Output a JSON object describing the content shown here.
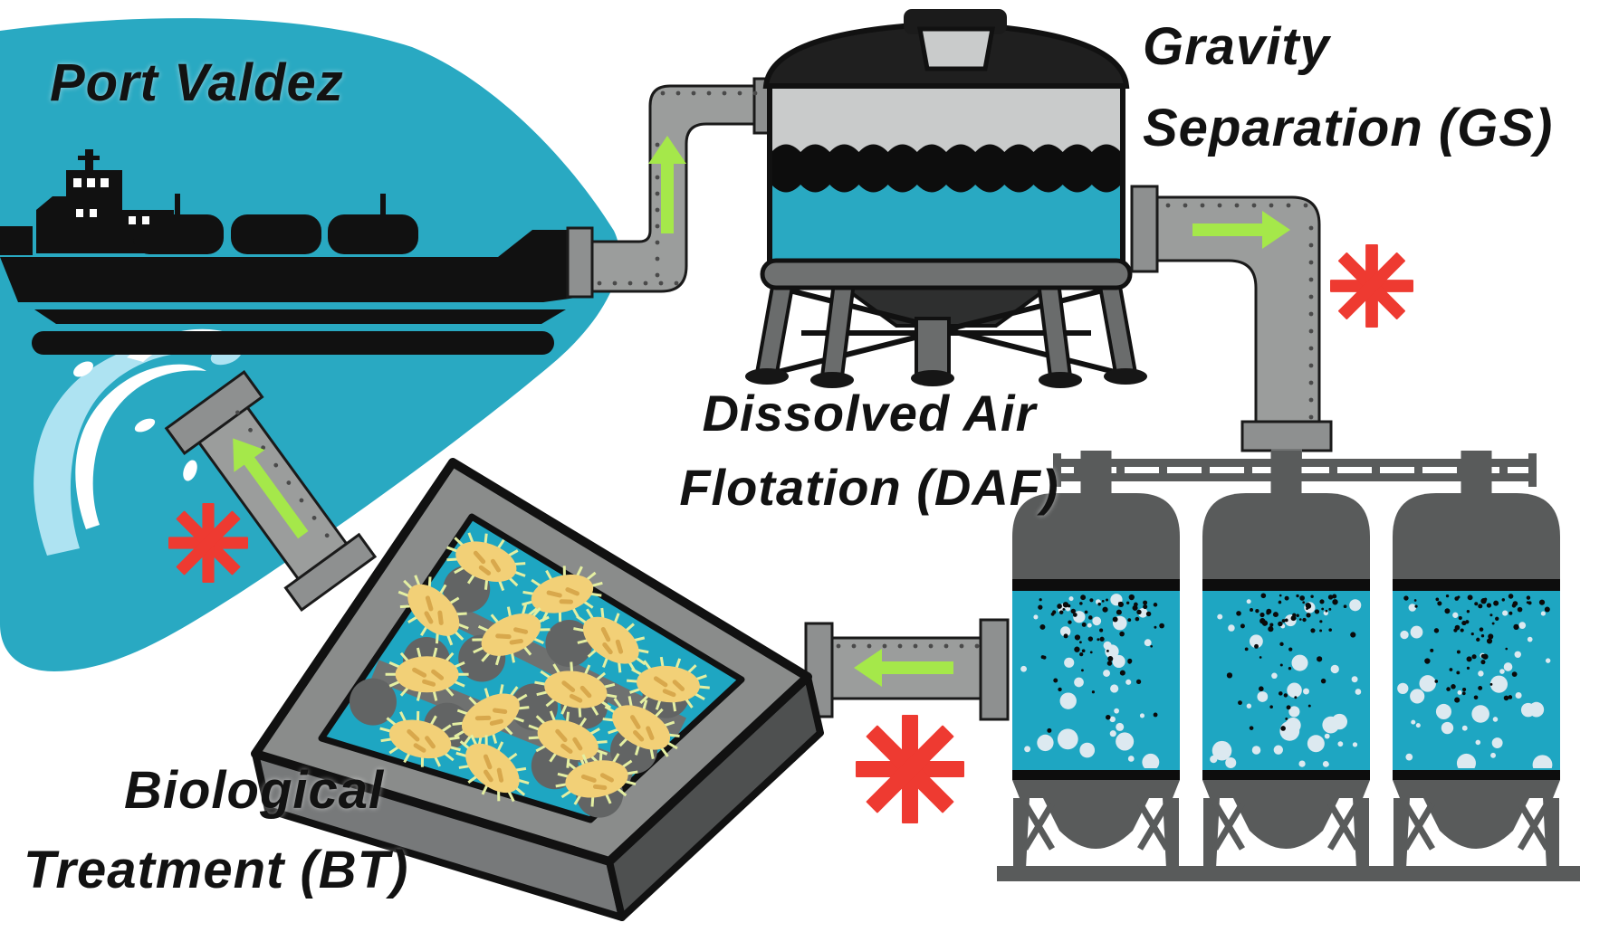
{
  "title": "Port Valdez ballast water treatment process diagram",
  "background": "#ffffff",
  "labels": {
    "source": "Port Valdez",
    "gs_line1": "Gravity",
    "gs_line2": "Separation (GS)",
    "daf_line1": "Dissolved Air",
    "daf_line2": "Flotation (DAF)",
    "bt_line1": "Biological",
    "bt_line2": "Treatment (BT)"
  },
  "stages": [
    {
      "id": "GS",
      "name": "Gravity Separation",
      "icon": "settling-tank-icon"
    },
    {
      "id": "DAF",
      "name": "Dissolved Air Flotation",
      "icon": "flotation-columns-icon",
      "tank_count": 3
    },
    {
      "id": "BT",
      "name": "Biological Treatment",
      "icon": "aeration-basin-icon"
    }
  ],
  "flow_arrows": [
    {
      "from": "tanker-ship",
      "to": "GS",
      "direction": "up"
    },
    {
      "from": "GS",
      "to": "DAF",
      "direction": "right"
    },
    {
      "from": "DAF",
      "to": "BT",
      "direction": "left"
    },
    {
      "from": "BT",
      "to": "Port Valdez",
      "direction": "up-left"
    }
  ],
  "sampling_markers": [
    {
      "location": "GS-to-DAF pipe"
    },
    {
      "location": "DAF-to-BT pipe"
    },
    {
      "location": "BT outfall pipe"
    }
  ],
  "daf": {
    "tank_count": 3,
    "bubbles_per_tank": 36,
    "specks_per_tank": 70
  },
  "bt": {
    "microbe_count": 14,
    "floc_blob_count": 12,
    "aerator_bar_count": 2
  },
  "colors": {
    "bg": "#ffffff",
    "water": "#29A9C2",
    "pool": "#1EA6C2",
    "splash": "#AEE3F2",
    "splashLight": "#FFFFFF",
    "ink": "#111111",
    "pipe": "#9B9D9C",
    "pipeEdge": "#1A1A1A",
    "flange": "#8E9090",
    "rivet": "#4A4A4A",
    "tankDark": "#595B5B",
    "tankLight": "#C9CBCB",
    "oil": "#0D0D0D",
    "rim": "#6F7171",
    "legs": "#6A6C6C",
    "deck": "#8A8C8B",
    "deckSideLight": "#77797A",
    "deckSideDark": "#4E5050",
    "poolBar": "#6F7170",
    "flocBlob": "#626464",
    "microbeBody": "#F2D077",
    "microbeSpike": "#E4EFA2",
    "microbeSpeckle": "#D8A84C",
    "arrow": "#A5E84A",
    "marker": "#EE3A31",
    "bubble": "#DCE9F0",
    "speck": "#0A0A0A"
  }
}
